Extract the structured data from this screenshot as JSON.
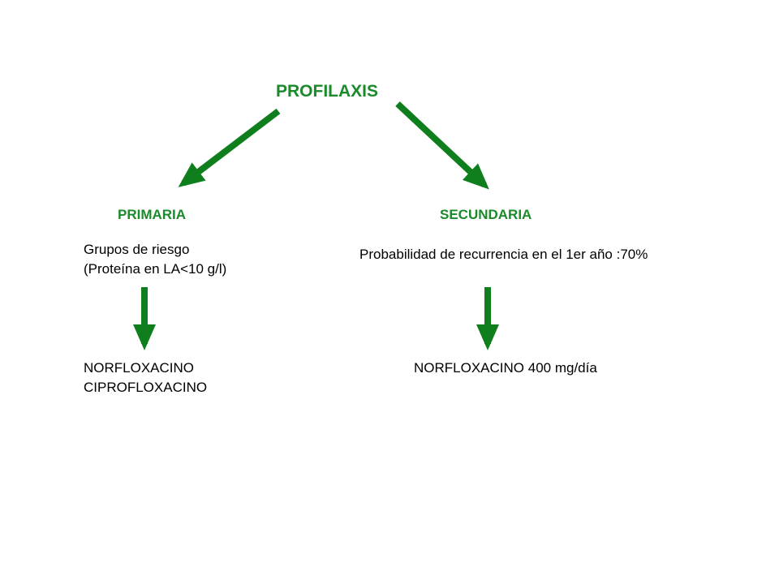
{
  "diagram": {
    "title": "PROFILAXIS",
    "colors": {
      "heading": "#1a8a2a",
      "arrow": "#0e7f1c",
      "text": "#000000"
    },
    "primary": {
      "label": "PRIMARIA",
      "description": [
        "Grupos de riesgo",
        "(Proteína en LA<10 g/l)"
      ],
      "treatment": [
        "NORFLOXACINO",
        "CIPROFLOXACINO"
      ]
    },
    "secondary": {
      "label": "SECUNDARIA",
      "description": "Probabilidad de recurrencia en el 1er año :70%",
      "treatment": "NORFLOXACINO 400 mg/día"
    }
  }
}
